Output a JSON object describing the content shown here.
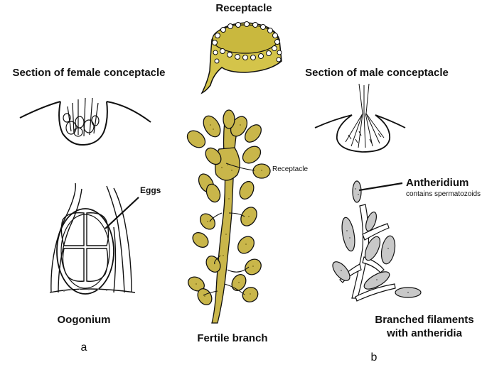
{
  "labels": {
    "receptacle_top": "Receptacle",
    "female_section": "Section of female conceptacle",
    "male_section": "Section of male conceptacle",
    "eggs": "Eggs",
    "receptacle_side": "Receptacle",
    "antheridium": "Antheridium",
    "antheridium_sub": "contains spermatozoids",
    "oogonium": "Oogonium",
    "fertile_branch": "Fertile branch",
    "branched_line1": "Branched filaments",
    "branched_line2": "with antheridia",
    "panel_a": "a",
    "panel_b": "b"
  },
  "colors": {
    "plant_fill": "#c9b64a",
    "plant_dark": "#9c8a22",
    "receptacle_fill": "#d4c44a",
    "antheridium_fill": "#c8c8c8",
    "ink": "#111111"
  }
}
